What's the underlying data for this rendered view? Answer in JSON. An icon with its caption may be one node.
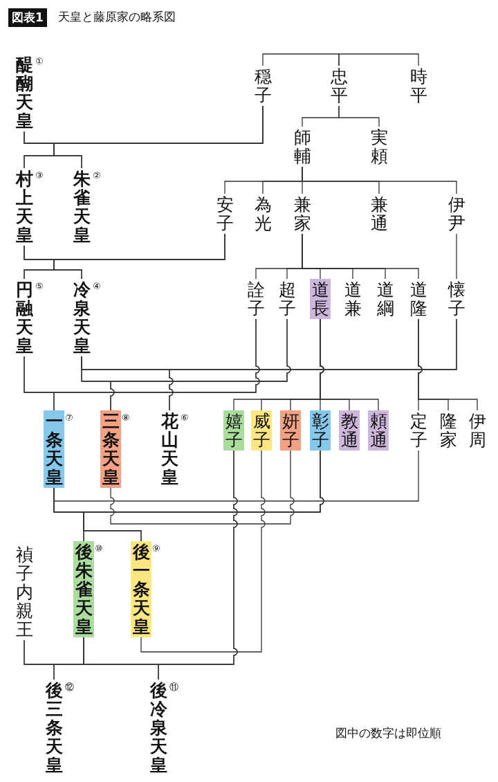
{
  "diagram": {
    "title": "天皇と藤原家の略系図",
    "nodes": [
      {
        "text": [
          "醍醐天皇"
        ],
        "beside": [
          "①"
        ]
      },
      {
        "text": [
          "穏子"
        ]
      },
      {
        "text": [
          "忠平"
        ]
      },
      {
        "text": [
          "時平"
        ]
      },
      {
        "text": [
          "村上天皇"
        ],
        "beside": [
          "③"
        ]
      },
      {
        "text": [
          "朱雀天皇"
        ],
        "beside": [
          "②"
        ]
      },
      {
        "text": [
          "師輔"
        ]
      },
      {
        "text": [
          "実頼"
        ]
      },
      {
        "text": [
          "安子"
        ]
      },
      {
        "text": [
          "為光"
        ]
      },
      {
        "text": [
          "兼家"
        ]
      },
      {
        "text": [
          "兼通"
        ]
      },
      {
        "text": [
          "伊尹"
        ]
      },
      {
        "text": [
          "円融天皇"
        ],
        "beside": [
          "⑤"
        ]
      },
      {
        "text": [
          "冷泉天皇"
        ],
        "beside": [
          "④"
        ]
      },
      {
        "text": [
          "詮子"
        ]
      },
      {
        "text": [
          "超子"
        ]
      },
      {
        "text": [
          "道長"
        ]
      },
      {
        "text": [
          "道兼"
        ]
      },
      {
        "text": [
          "道綱"
        ]
      },
      {
        "text": [
          "道隆"
        ]
      },
      {
        "text": [
          "懐子"
        ]
      },
      {
        "text": [
          "一条天皇"
        ],
        "beside": [
          "⑦"
        ]
      },
      {
        "text": [
          "三条天皇"
        ],
        "beside": [
          "⑧"
        ]
      },
      {
        "text": [
          "花山天皇"
        ],
        "beside": [
          "⑥"
        ]
      },
      {
        "text": [
          "嬉子"
        ]
      },
      {
        "text": [
          "威子"
        ]
      },
      {
        "text": [
          "妍子"
        ]
      },
      {
        "text": [
          "彰子"
        ]
      },
      {
        "text": [
          "教通"
        ]
      },
      {
        "text": [
          "頼通"
        ]
      },
      {
        "text": [
          "定子"
        ]
      },
      {
        "text": [
          "隆家"
        ]
      },
      {
        "text": [
          "伊周"
        ]
      },
      {
        "text": [
          "禎子内親王"
        ]
      },
      {
        "text": [
          "後朱雀天皇"
        ],
        "beside": [
          "⑩"
        ]
      },
      {
        "text": [
          "後一条天皇"
        ],
        "beside": [
          "⑨"
        ]
      },
      {
        "text": [
          "後三条天皇"
        ],
        "beside": [
          "⑫"
        ]
      },
      {
        "text": [
          "後冷泉天皇"
        ],
        "beside": [
          "⑪"
        ]
      }
    ],
    "edges": [
      {
        "from": 2,
        "to": 1,
        "arrow": "none"
      },
      {
        "from": 2,
        "to": 3,
        "arrow": "none"
      },
      {
        "from": 0,
        "to": 1,
        "arrow": "none"
      },
      {
        "from": 0,
        "to": 4,
        "arrow": "none"
      },
      {
        "from": 0,
        "to": 5,
        "arrow": "none"
      },
      {
        "from": 1,
        "to": 4,
        "arrow": "none"
      },
      {
        "from": 1,
        "to": 5,
        "arrow": "none"
      },
      {
        "from": 2,
        "to": 6,
        "arrow": "none"
      },
      {
        "from": 2,
        "to": 7,
        "arrow": "none"
      },
      {
        "from": 6,
        "to": 8,
        "arrow": "none"
      },
      {
        "from": 6,
        "to": 9,
        "arrow": "none"
      },
      {
        "from": 6,
        "to": 10,
        "arrow": "none"
      },
      {
        "from": 6,
        "to": 11,
        "arrow": "none"
      },
      {
        "from": 6,
        "to": 12,
        "arrow": "none"
      },
      {
        "from": 4,
        "to": 8,
        "arrow": "none"
      },
      {
        "from": 4,
        "to": 13,
        "arrow": "none"
      },
      {
        "from": 4,
        "to": 14,
        "arrow": "none"
      },
      {
        "from": 8,
        "to": 13,
        "arrow": "none"
      },
      {
        "from": 8,
        "to": 14,
        "arrow": "none"
      },
      {
        "from": 10,
        "to": 15,
        "arrow": "none"
      },
      {
        "from": 10,
        "to": 16,
        "arrow": "none"
      },
      {
        "from": 10,
        "to": 17,
        "arrow": "none"
      },
      {
        "from": 10,
        "to": 18,
        "arrow": "none"
      },
      {
        "from": 10,
        "to": 19,
        "arrow": "none"
      },
      {
        "from": 10,
        "to": 20,
        "arrow": "none"
      },
      {
        "from": 12,
        "to": 21,
        "arrow": "none"
      },
      {
        "from": 14,
        "to": 21,
        "arrow": "none"
      },
      {
        "from": 14,
        "to": 24,
        "arrow": "none"
      },
      {
        "from": 21,
        "to": 24,
        "arrow": "none"
      },
      {
        "from": 14,
        "to": 16,
        "arrow": "none"
      },
      {
        "from": 14,
        "to": 23,
        "arrow": "none"
      },
      {
        "from": 16,
        "to": 23,
        "arrow": "none"
      },
      {
        "from": 13,
        "to": 15,
        "arrow": "none"
      },
      {
        "from": 13,
        "to": 22,
        "arrow": "none"
      },
      {
        "from": 15,
        "to": 22,
        "arrow": "none"
      },
      {
        "from": 17,
        "to": 25,
        "arrow": "none"
      },
      {
        "from": 17,
        "to": 26,
        "arrow": "none"
      },
      {
        "from": 17,
        "to": 27,
        "arrow": "none"
      },
      {
        "from": 17,
        "to": 28,
        "arrow": "none"
      },
      {
        "from": 17,
        "to": 29,
        "arrow": "none"
      },
      {
        "from": 17,
        "to": 30,
        "arrow": "none"
      },
      {
        "from": 20,
        "to": 31,
        "arrow": "none"
      },
      {
        "from": 20,
        "to": 32,
        "arrow": "none"
      },
      {
        "from": 20,
        "to": 33,
        "arrow": "none"
      },
      {
        "from": 22,
        "to": 31,
        "arrow": "none"
      },
      {
        "from": 22,
        "to": 28,
        "arrow": "none"
      },
      {
        "from": 22,
        "to": 35,
        "arrow": "none"
      },
      {
        "from": 22,
        "to": 36,
        "arrow": "none"
      },
      {
        "from": 28,
        "to": 35,
        "arrow": "none"
      },
      {
        "from": 28,
        "to": 36,
        "arrow": "none"
      },
      {
        "from": 23,
        "to": 27,
        "arrow": "none"
      },
      {
        "from": 36,
        "to": 26,
        "arrow": "none"
      },
      {
        "from": 35,
        "to": 25,
        "arrow": "none"
      },
      {
        "from": 35,
        "to": 38,
        "arrow": "none"
      },
      {
        "from": 25,
        "to": 38,
        "arrow": "none"
      },
      {
        "from": 34,
        "to": 35,
        "arrow": "none"
      },
      {
        "from": 34,
        "to": 37,
        "arrow": "none"
      },
      {
        "from": 35,
        "to": 37,
        "arrow": "none"
      }
    ],
    "labels": [
      "図表1",
      "図中の数字は即位順"
    ]
  }
}
